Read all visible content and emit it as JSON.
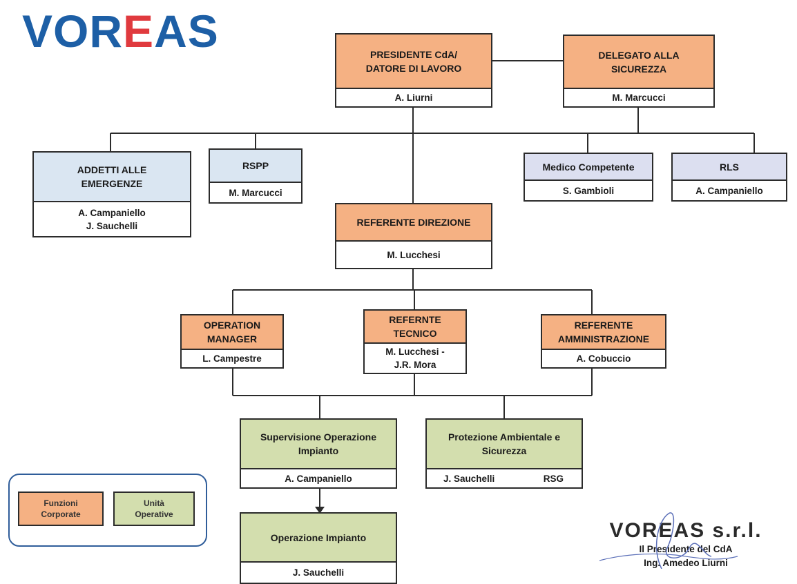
{
  "logo": {
    "text": "VOREAS"
  },
  "boxes": {
    "presidente": {
      "title": "PRESIDENTE CdA/\nDATORE DI LAVORO",
      "name": "A. Liurni"
    },
    "delegato": {
      "title": "DELEGATO ALLA\nSICUREZZA",
      "name": "M. Marcucci"
    },
    "addetti": {
      "title": "ADDETTI ALLE\nEMERGENZE",
      "name": "A. Campaniello\nJ. Sauchelli"
    },
    "rspp": {
      "title": "RSPP",
      "name": "M. Marcucci"
    },
    "medico": {
      "title": "Medico Competente",
      "name": "S. Gambioli"
    },
    "rls": {
      "title": "RLS",
      "name": "A. Campaniello"
    },
    "referente_direzione": {
      "title": "REFERENTE DIREZIONE",
      "name": "M. Lucchesi"
    },
    "operation_manager": {
      "title": "OPERATION\nMANAGER",
      "name": "L. Campestre"
    },
    "referente_tecnico": {
      "title": "REFERNTE\nTECNICO",
      "name": "M. Lucchesi -\nJ.R. Mora"
    },
    "referente_amministrazione": {
      "title": "REFERENTE\nAMMINISTRAZIONE",
      "name": "A. Cobuccio"
    },
    "supervisione": {
      "title": "Supervisione Operazione\nImpianto",
      "name": "A. Campaniello"
    },
    "protezione": {
      "title": "Protezione Ambientale e\nSicurezza",
      "name": "J. Sauchelli",
      "role": "RSG"
    },
    "operazione": {
      "title": "Operazione Impianto",
      "name": "J. Sauchelli"
    }
  },
  "legend": {
    "funzioni": "Funzioni\nCorporate",
    "unita": "Unità\nOperative"
  },
  "signature": {
    "company": "VOREAS s.r.l.",
    "line1": "Il Presidente del CdA",
    "line2": "Ing. Amedeo Liurni"
  },
  "colors": {
    "corporate": "#f5b183",
    "operative": "#d3deae",
    "staff_blue": "#dae6f2",
    "staff_lavender": "#dcdff0",
    "logo_blue": "#1d5fa6",
    "logo_red": "#e03a3e"
  }
}
